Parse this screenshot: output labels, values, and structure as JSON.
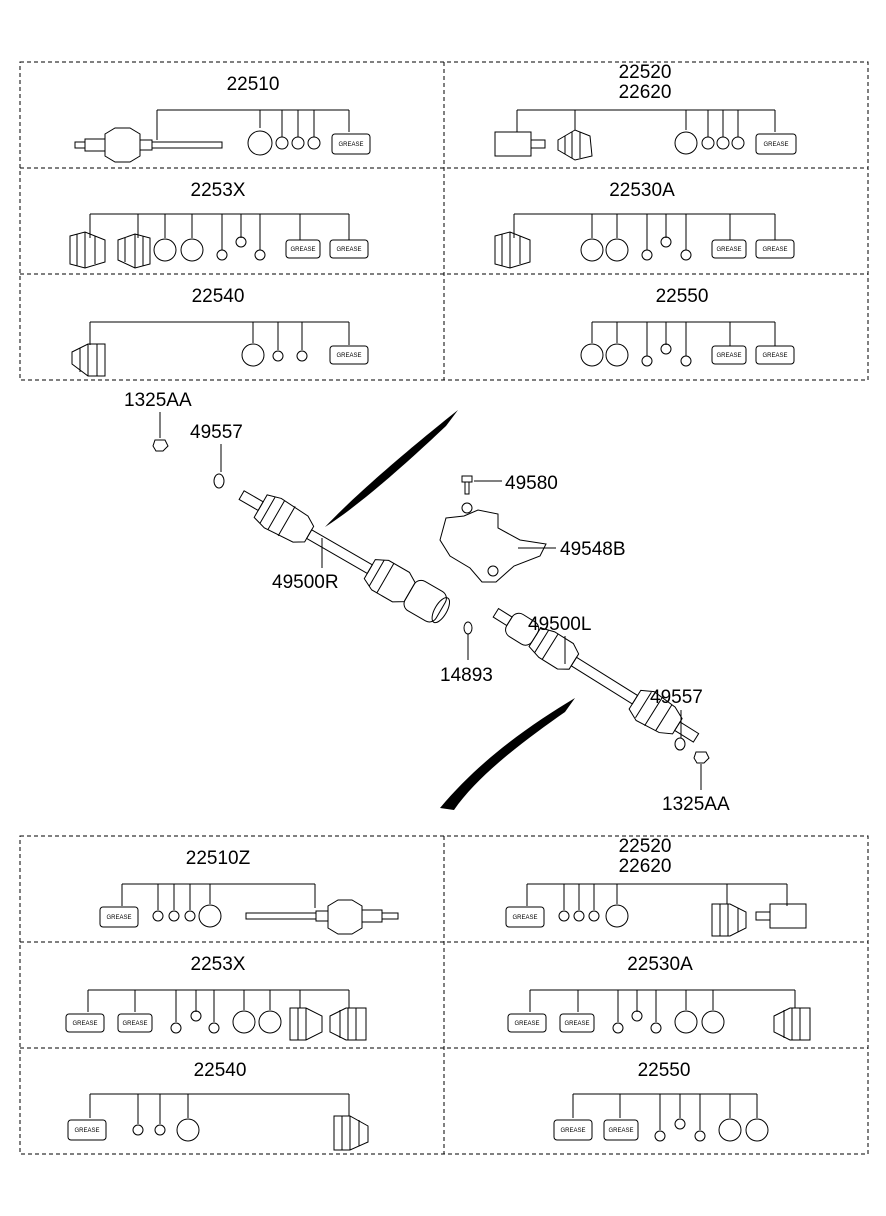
{
  "top_panels": [
    {
      "id": "tl1",
      "label_lines": [
        "22510"
      ]
    },
    {
      "id": "tr1",
      "label_lines": [
        "22520",
        "22620"
      ]
    },
    {
      "id": "tl2",
      "label_lines": [
        "2253X"
      ]
    },
    {
      "id": "tr2",
      "label_lines": [
        "22530A"
      ]
    },
    {
      "id": "tl3",
      "label_lines": [
        "22540"
      ]
    },
    {
      "id": "tr3",
      "label_lines": [
        "22550"
      ]
    }
  ],
  "bottom_panels": [
    {
      "id": "bl1",
      "label_lines": [
        "22510Z"
      ]
    },
    {
      "id": "br1",
      "label_lines": [
        "22520",
        "22620"
      ]
    },
    {
      "id": "bl2",
      "label_lines": [
        "2253X"
      ]
    },
    {
      "id": "br2",
      "label_lines": [
        "22530A"
      ]
    },
    {
      "id": "bl3",
      "label_lines": [
        "22540"
      ]
    },
    {
      "id": "br3",
      "label_lines": [
        "22550"
      ]
    }
  ],
  "callouts": {
    "nut_right": "1325AA",
    "washer_right": "49557",
    "shaft_right": "49500R",
    "bolt": "49580",
    "bracket": "49548B",
    "shaft_left": "49500L",
    "ring": "14893",
    "washer_left": "49557",
    "nut_left": "1325AA"
  },
  "grease_text": "GREASE"
}
